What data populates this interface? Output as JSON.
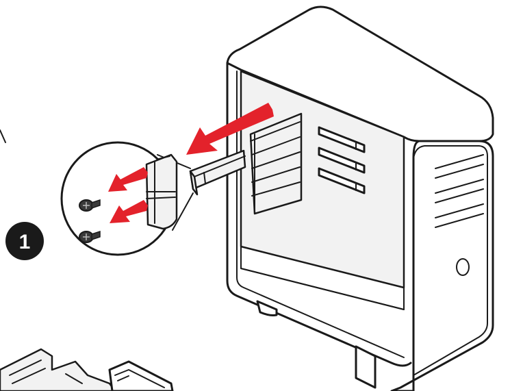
{
  "step": {
    "number": "1"
  },
  "colors": {
    "arrow": "#e3222b",
    "outline": "#1a1a1a",
    "badge": "#1a1a1a",
    "background": "#ffffff"
  },
  "icons": [
    "pc-case",
    "expansion-slot-cover",
    "screw",
    "removal-arrow",
    "pcie-slot",
    "power-button"
  ]
}
